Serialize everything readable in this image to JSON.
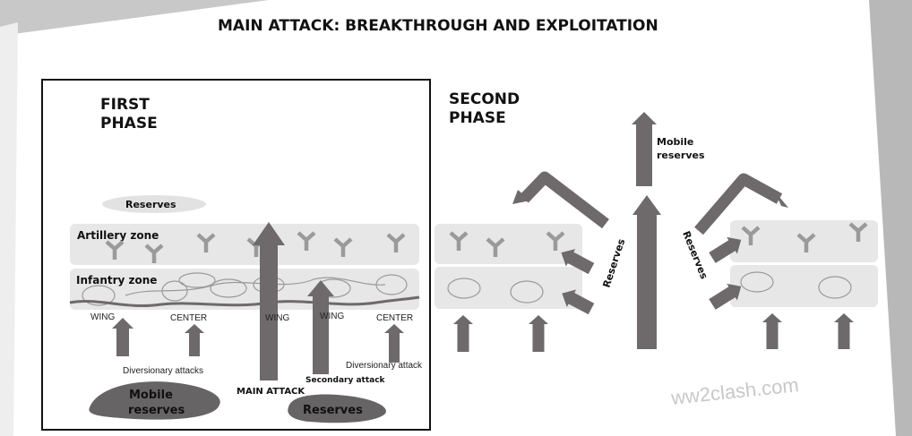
{
  "title": "MAIN ATTACK: BREAKTHROUGH AND EXPLOITATION",
  "first_phase": {
    "heading": [
      "FIRST",
      "PHASE"
    ],
    "reserves_top": "Reserves",
    "artillery_zone": "Artillery zone",
    "infantry_zone": "Infantry zone",
    "sector_labels": [
      "WING",
      "CENTER",
      "WING",
      "WING",
      "CENTER"
    ],
    "diversionary_attacks": "Diversionary attacks",
    "diversionary_attack": "Diversionary attack",
    "secondary_attack": "Secondary attack",
    "main_attack": "MAIN ATTACK",
    "mobile_reserves": [
      "Mobile",
      "reserves"
    ],
    "reserves_bottom": "Reserves"
  },
  "second_phase": {
    "heading": [
      "SECOND",
      "PHASE"
    ],
    "mobile_reserves": [
      "Mobile",
      "reserves"
    ],
    "reserves_left": "Reserves",
    "reserves_right": "Reserves"
  },
  "watermark": "ww2clash.com",
  "colors": {
    "arrow": "#6e6a6b",
    "zone": "#e7e7e7",
    "y_symbol": "#9a9a9a",
    "blob": "#676465"
  }
}
